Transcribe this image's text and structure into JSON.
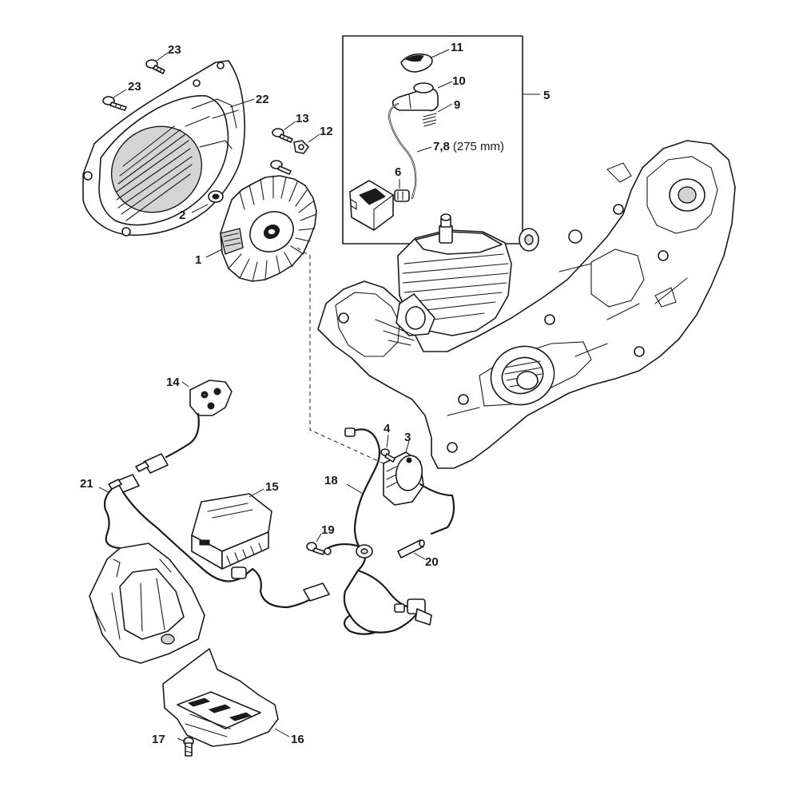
{
  "callouts": {
    "c1": "1",
    "c2": "2",
    "c3": "3",
    "c4": "4",
    "c5": "5",
    "c6": "6",
    "c78": "7,8",
    "c78_note": "(275 mm)",
    "c9": "9",
    "c10": "10",
    "c11": "11",
    "c12": "12",
    "c13": "13",
    "c14": "14",
    "c15": "15",
    "c16": "16",
    "c17": "17",
    "c18": "18",
    "c19": "19",
    "c20": "20",
    "c21": "21",
    "c22": "22",
    "c23a": "23",
    "c23b": "23"
  },
  "colors": {
    "line": "#1a1a1a",
    "background": "#ffffff",
    "shade": "#d4d4d4"
  }
}
